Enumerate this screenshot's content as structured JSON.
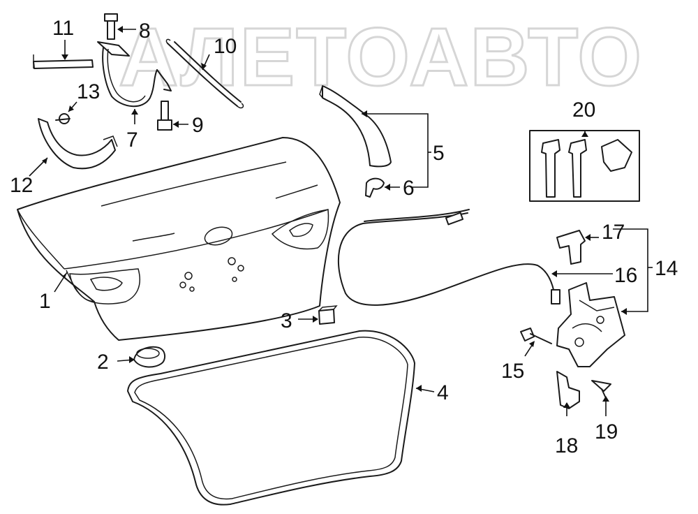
{
  "watermark": {
    "text": "АЛЕТОАВТО"
  },
  "callouts": [
    {
      "key": "c1",
      "label": "1"
    },
    {
      "key": "c2",
      "label": "2"
    },
    {
      "key": "c3",
      "label": "3"
    },
    {
      "key": "c4",
      "label": "4"
    },
    {
      "key": "c5",
      "label": "5"
    },
    {
      "key": "c6",
      "label": "6"
    },
    {
      "key": "c7",
      "label": "7"
    },
    {
      "key": "c8",
      "label": "8"
    },
    {
      "key": "c9",
      "label": "9"
    },
    {
      "key": "c10",
      "label": "10"
    },
    {
      "key": "c11",
      "label": "11"
    },
    {
      "key": "c12",
      "label": "12"
    },
    {
      "key": "c13",
      "label": "13"
    },
    {
      "key": "c14",
      "label": "14"
    },
    {
      "key": "c15",
      "label": "15"
    },
    {
      "key": "c16",
      "label": "16"
    },
    {
      "key": "c17",
      "label": "17"
    },
    {
      "key": "c18",
      "label": "18"
    },
    {
      "key": "c19",
      "label": "19"
    },
    {
      "key": "c20",
      "label": "20"
    }
  ]
}
